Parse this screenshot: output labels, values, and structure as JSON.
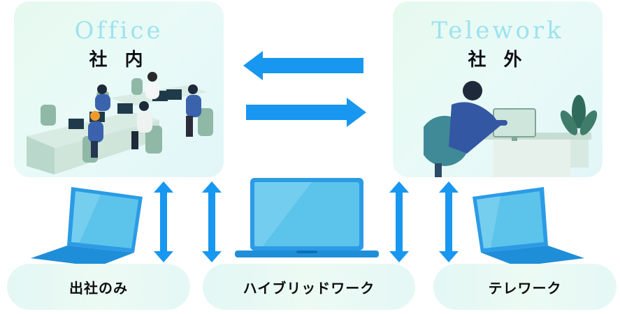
{
  "office": {
    "title_en": "Office",
    "title_jp": "社 内"
  },
  "telework": {
    "title_en": "Telework",
    "title_jp": "社 外"
  },
  "work_styles": {
    "office_only": "出社のみ",
    "hybrid": "ハイブリッドワーク",
    "telework": "テレワーク"
  },
  "colors": {
    "arrow": "#1797f0",
    "laptop_screen": "#5cc3ea",
    "laptop_body": "#2b9be6",
    "panel_bg": "#e6f9ee",
    "title_en": "#9ee2ee"
  }
}
